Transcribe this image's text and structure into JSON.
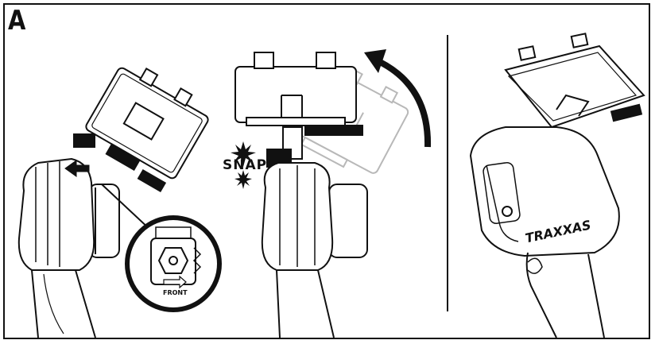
{
  "figure": {
    "panel_label": "A",
    "snap_text": "SNAP",
    "front_text": "FRONT",
    "brand_text": "TRAXXAS"
  },
  "colors": {
    "ink": "#111111",
    "ghost": "#b8b8b8",
    "paper": "#ffffff"
  }
}
